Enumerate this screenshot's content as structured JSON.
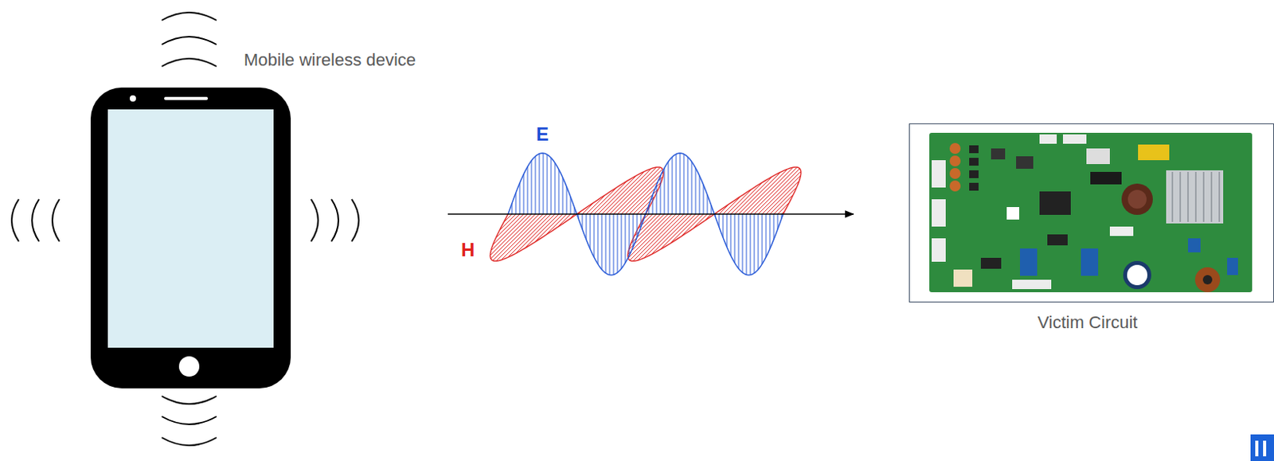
{
  "diagram": {
    "nodes": [
      {
        "text": [
          "Mobile wireless device"
        ]
      },
      {
        "text": [
          "Victim Circuit"
        ]
      }
    ],
    "labels": [
      "E",
      "H"
    ]
  }
}
